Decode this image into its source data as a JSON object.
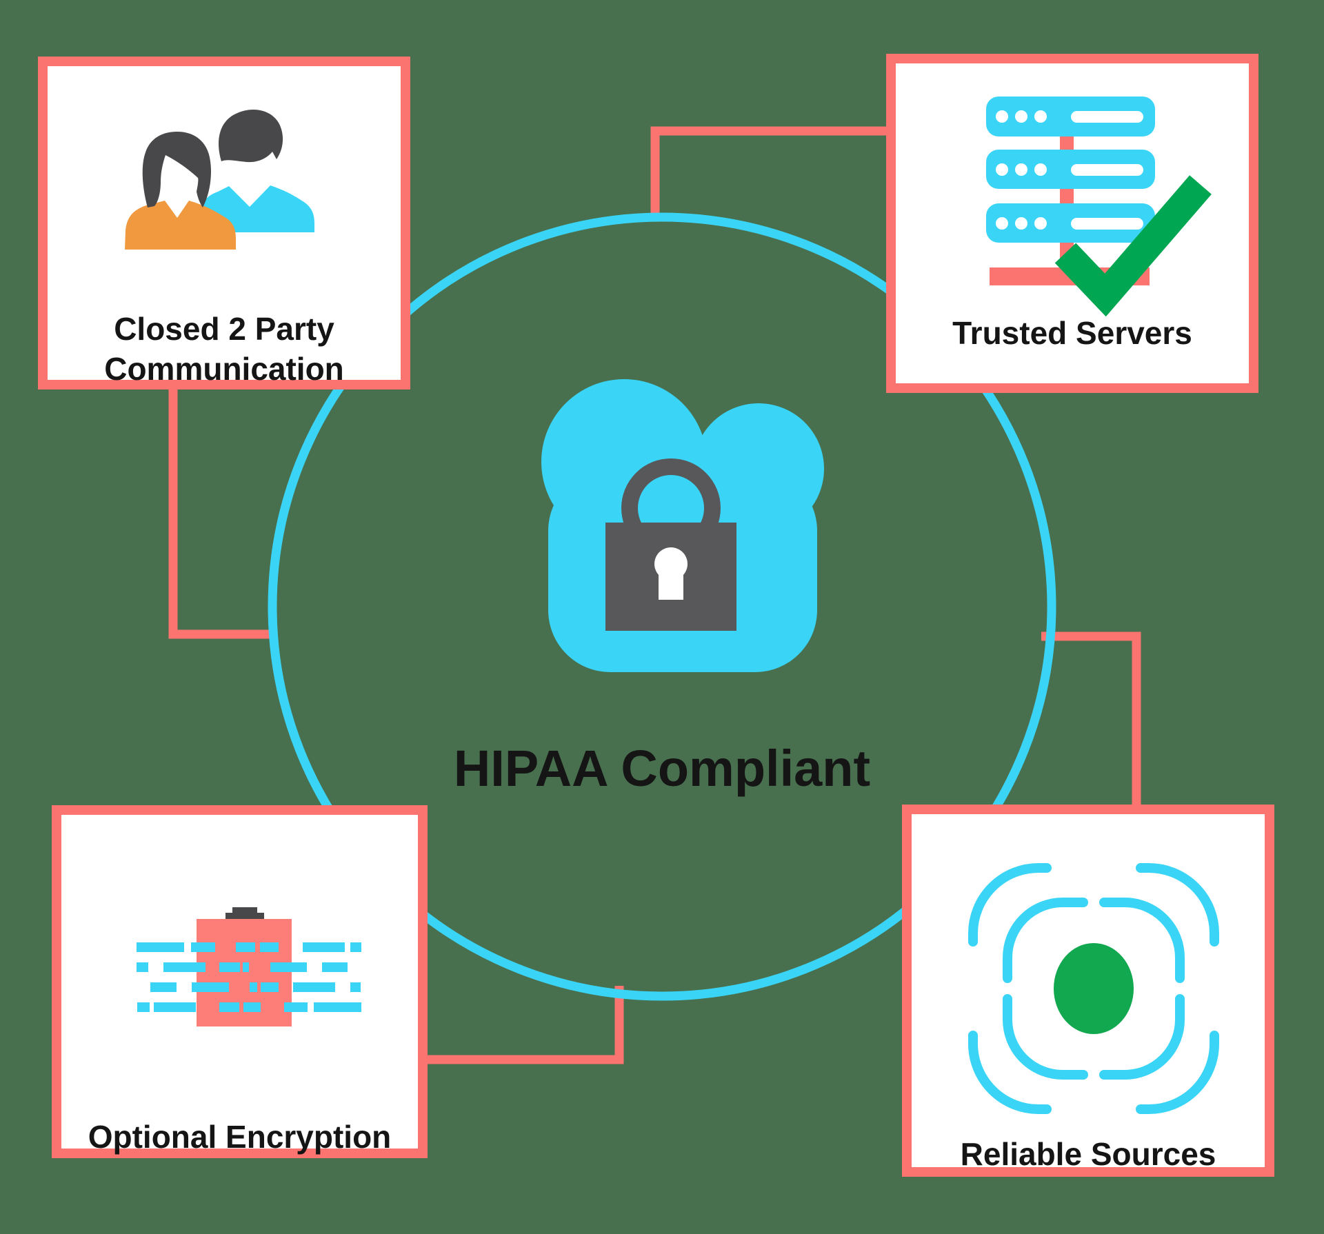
{
  "diagram": {
    "title": "HIPAA Compliant",
    "center": {
      "label": "HIPAA Compliant",
      "icon": "cloud-padlock-icon"
    },
    "nodes": [
      {
        "id": "closed-2-party-communication",
        "label": "Closed 2 Party Communication",
        "label_lines": [
          "Closed 2 Party",
          "Communication"
        ],
        "icon": "two-people-icon",
        "position": "top-left"
      },
      {
        "id": "trusted-servers",
        "label": "Trusted Servers",
        "label_lines": [
          "Trusted Servers",
          ""
        ],
        "icon": "server-stack-check-icon",
        "position": "top-right"
      },
      {
        "id": "optional-encryption",
        "label": "Optional Encryption",
        "label_lines": [
          "Optional Encryption",
          ""
        ],
        "icon": "encrypted-clipboard-icon",
        "position": "bottom-left"
      },
      {
        "id": "reliable-sources",
        "label": "Reliable Sources",
        "label_lines": [
          "Reliable Sources",
          ""
        ],
        "icon": "radar-source-icon",
        "position": "bottom-right"
      }
    ],
    "colors": {
      "background": "#48704E",
      "card_border_pink": "#FB7470",
      "connector_pink": "#FB7470",
      "clipboard_pink": "#FD7E79",
      "cyan": "#3AD5F6",
      "check_green": "#00A651",
      "dot_green": "#12A850",
      "orange": "#F0993F",
      "dark_gray": "#48484B",
      "lock_gray": "#58585A",
      "text": "#151515",
      "card_fill": "#FFFFFF"
    }
  }
}
